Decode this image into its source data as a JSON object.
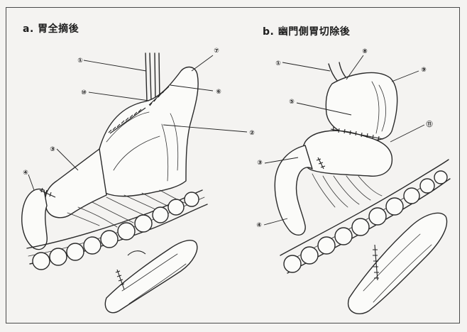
{
  "panels": [
    {
      "id": "a",
      "title": "a.  胃全摘後",
      "callouts": [
        "①",
        "⑦",
        "⑩",
        "⑥",
        "②",
        "③",
        "④"
      ]
    },
    {
      "id": "b",
      "title": "b.  幽門側胃切除後",
      "callouts": [
        "①",
        "⑧",
        "⑨",
        "⑤",
        "⑪",
        "③",
        "④"
      ]
    }
  ]
}
